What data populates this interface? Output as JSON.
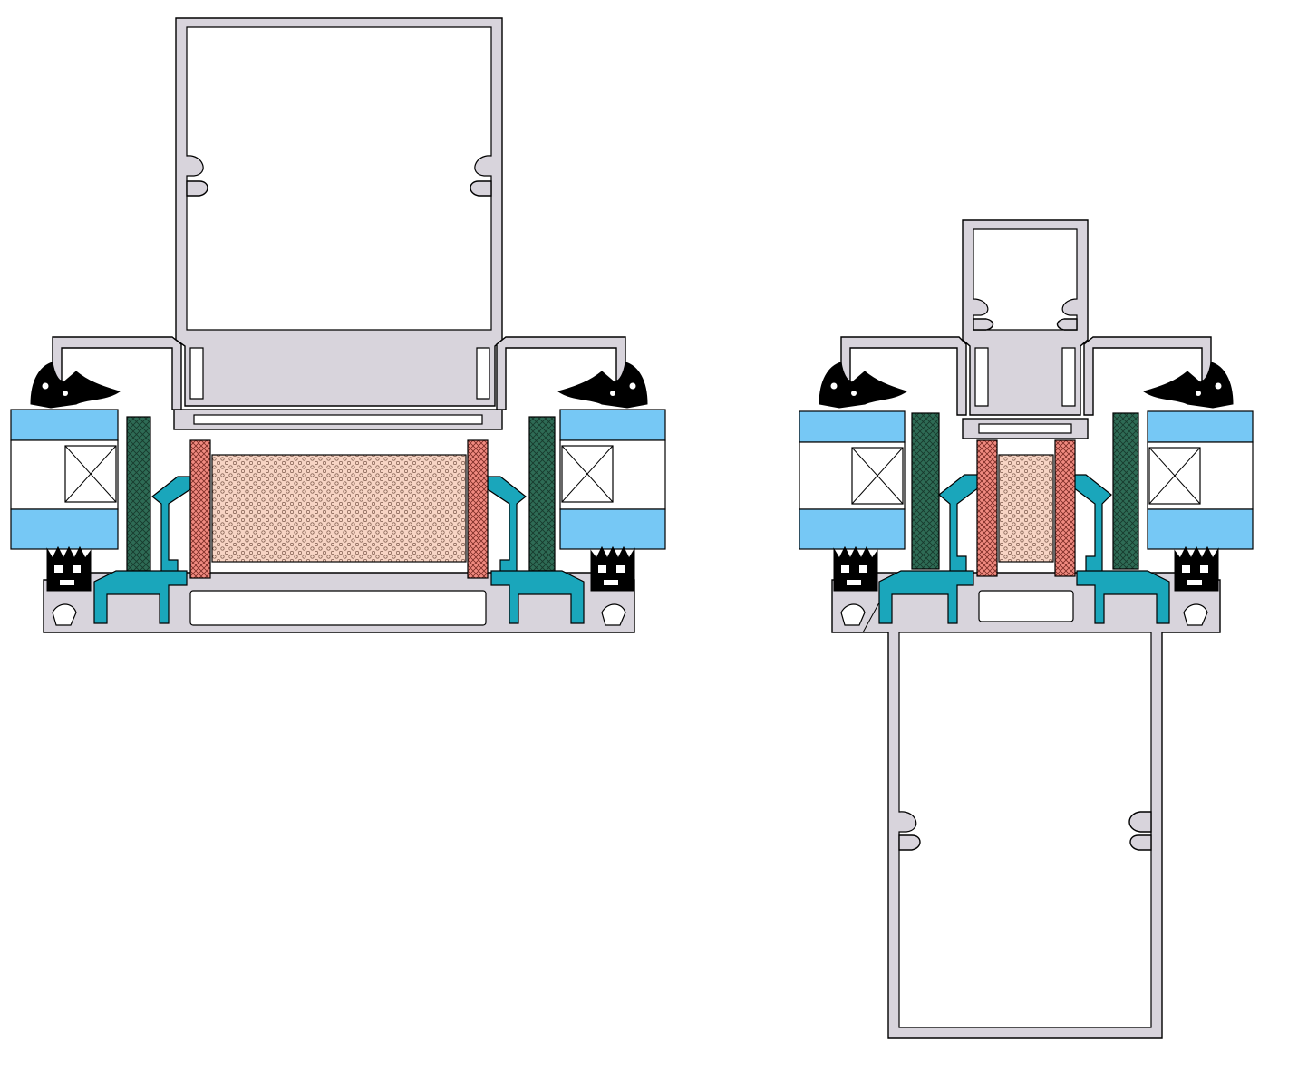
{
  "drawing": {
    "kind": "mullion-section-details",
    "sections": [
      {
        "id": "left-section",
        "mullion_depth": "deep"
      },
      {
        "id": "right-section",
        "mullion_depth": "shallow"
      }
    ]
  },
  "palette": {
    "aluminum": "#d8d4dc",
    "glass": "#76c8f5",
    "thermal_break": "#1aa6bb",
    "spacer_bar": "#2e6b55",
    "polyamide_strip": "#f08a80",
    "insulation_core": "#f7d4c4",
    "gasket": "#000000",
    "outline": "#000000"
  },
  "icons": [
    "gasket-icon",
    "insulating-glass-icon",
    "thermal-break-icon"
  ]
}
